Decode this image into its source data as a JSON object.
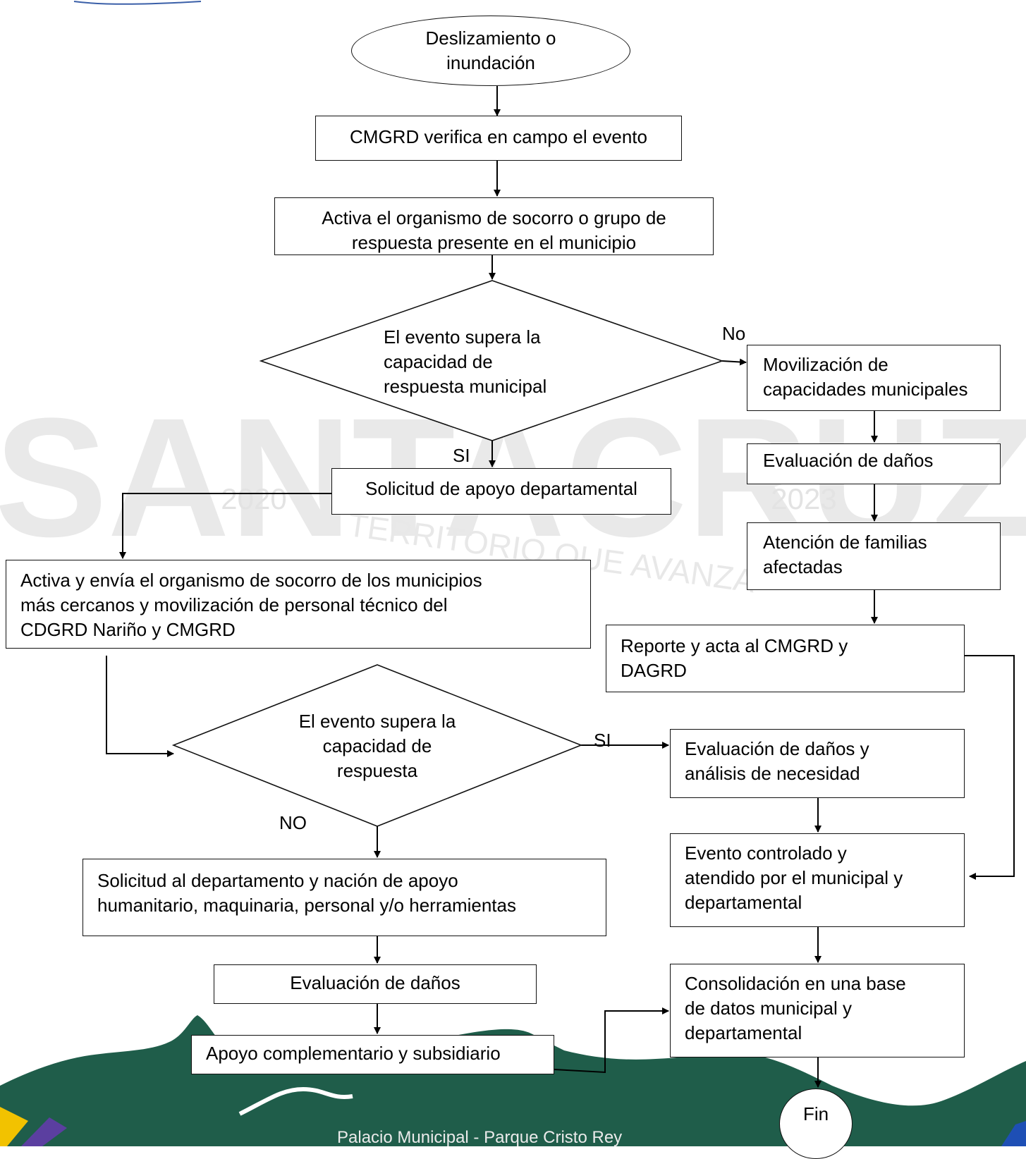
{
  "nodes": {
    "start": "Deslizamiento o\ninundación",
    "verify": "CMGRD verifica en campo el evento",
    "activate": "Activa el organismo de socorro o grupo de\nrespuesta presente en el municipio",
    "decision1": "El evento supera la\ncapacidad de\nrespuesta municipal",
    "mobilize": "Movilización de\ncapacidades municipales",
    "damage_eval_right": "Evaluación de daños",
    "family_care": "Atención de familias\nafectadas",
    "report": "Reporte y acta al CMGRD y\nDAGRD",
    "dept_request": "Solicitud de apoyo departamental",
    "activate_send": "Activa y envía el organismo de socorro de los municipios\nmás cercanos y movilización de personal técnico del\nCDGRD Nariño y CMGRD",
    "decision2": "El evento supera la\ncapacidad de\nrespuesta",
    "needs_eval": "Evaluación de daños y\nanálisis de necesidad",
    "controlled": " Evento controlado y\natendido por el municipal y\ndepartamental",
    "nation_request": "Solicitud al departamento y nación de apoyo\nhumanitario, maquinaria, personal y/o herramientas",
    "damage_eval_left": "Evaluación de daños",
    "complementary": "Apoyo complementario y subsidiario",
    "consolidation": "Consolidación en una base\nde datos municipal y\ndepartamental",
    "end": "Fin"
  },
  "labels": {
    "no1": "No",
    "si1": "SI",
    "si2": "SI",
    "no2": "NO"
  },
  "watermark": {
    "main": "SANTACRUZ",
    "year_left": "2020",
    "year_right": "2023",
    "slogan": "TERRITORIO QUE AVANZA"
  },
  "footer": "Palacio Municipal - Parque Cristo Rey",
  "colors": {
    "mountain": "#1f5d4a",
    "watermark": "#e6e6e6",
    "accent_yellow": "#f2c200",
    "accent_blue": "#1e4fb5",
    "accent_purple": "#5b3fa0"
  }
}
